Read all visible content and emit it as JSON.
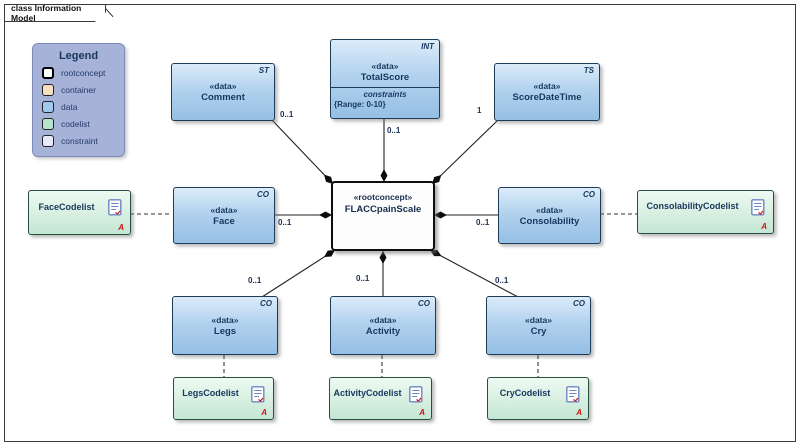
{
  "frame": {
    "tab_label": "class Information Model"
  },
  "legend": {
    "title": "Legend",
    "items": [
      {
        "label": "rootconcept",
        "color": "#ffffff"
      },
      {
        "label": "container",
        "color": "#f7dfc4"
      },
      {
        "label": "data",
        "color": "#9fc9ee"
      },
      {
        "label": "codelist",
        "color": "#b7e3cc"
      },
      {
        "label": "constraint",
        "color": "#e9e9f9"
      }
    ]
  },
  "nodes": {
    "comment": {
      "stereotype": "«data»",
      "name": "Comment",
      "tag": "ST"
    },
    "totalScore": {
      "stereotype": "«data»",
      "name": "TotalScore",
      "tag": "INT",
      "constraints_header": "constraints",
      "constraints_value": "{Range: 0-10}"
    },
    "scoreDateTime": {
      "stereotype": "«data»",
      "name": "ScoreDateTime",
      "tag": "TS"
    },
    "flacc": {
      "stereotype": "«rootconcept»",
      "name": "FLACCpainScale"
    },
    "face": {
      "stereotype": "«data»",
      "name": "Face",
      "tag": "CO"
    },
    "consolability": {
      "stereotype": "«data»",
      "name": "Consolability",
      "tag": "CO"
    },
    "legs": {
      "stereotype": "«data»",
      "name": "Legs",
      "tag": "CO"
    },
    "activity": {
      "stereotype": "«data»",
      "name": "Activity",
      "tag": "CO"
    },
    "cry": {
      "stereotype": "«data»",
      "name": "Cry",
      "tag": "CO"
    },
    "faceCodelist": {
      "name": "FaceCodelist",
      "marker": "A"
    },
    "consolabilityCodelist": {
      "name": "ConsolabilityCodelist",
      "marker": "A"
    },
    "legsCodelist": {
      "name": "LegsCodelist",
      "marker": "A"
    },
    "activityCodelist": {
      "name": "ActivityCodelist",
      "marker": "A"
    },
    "cryCodelist": {
      "name": "CryCodelist",
      "marker": "A"
    }
  },
  "multiplicities": {
    "comment": "0..1",
    "totalScore": "0..1",
    "scoreDateTime": "1",
    "face": "0..1",
    "consolability": "0..1",
    "legs": "0..1",
    "activity": "0..1",
    "cry": "0..1"
  },
  "colors": {
    "data_fill": "#a7cbe9",
    "codelist_fill": "#d3ecdd",
    "rootconcept_fill": "#ffffff",
    "legend_bg": "#a6b2d8",
    "text": "#17375e",
    "artifact_marker_red": "#cc1111"
  }
}
